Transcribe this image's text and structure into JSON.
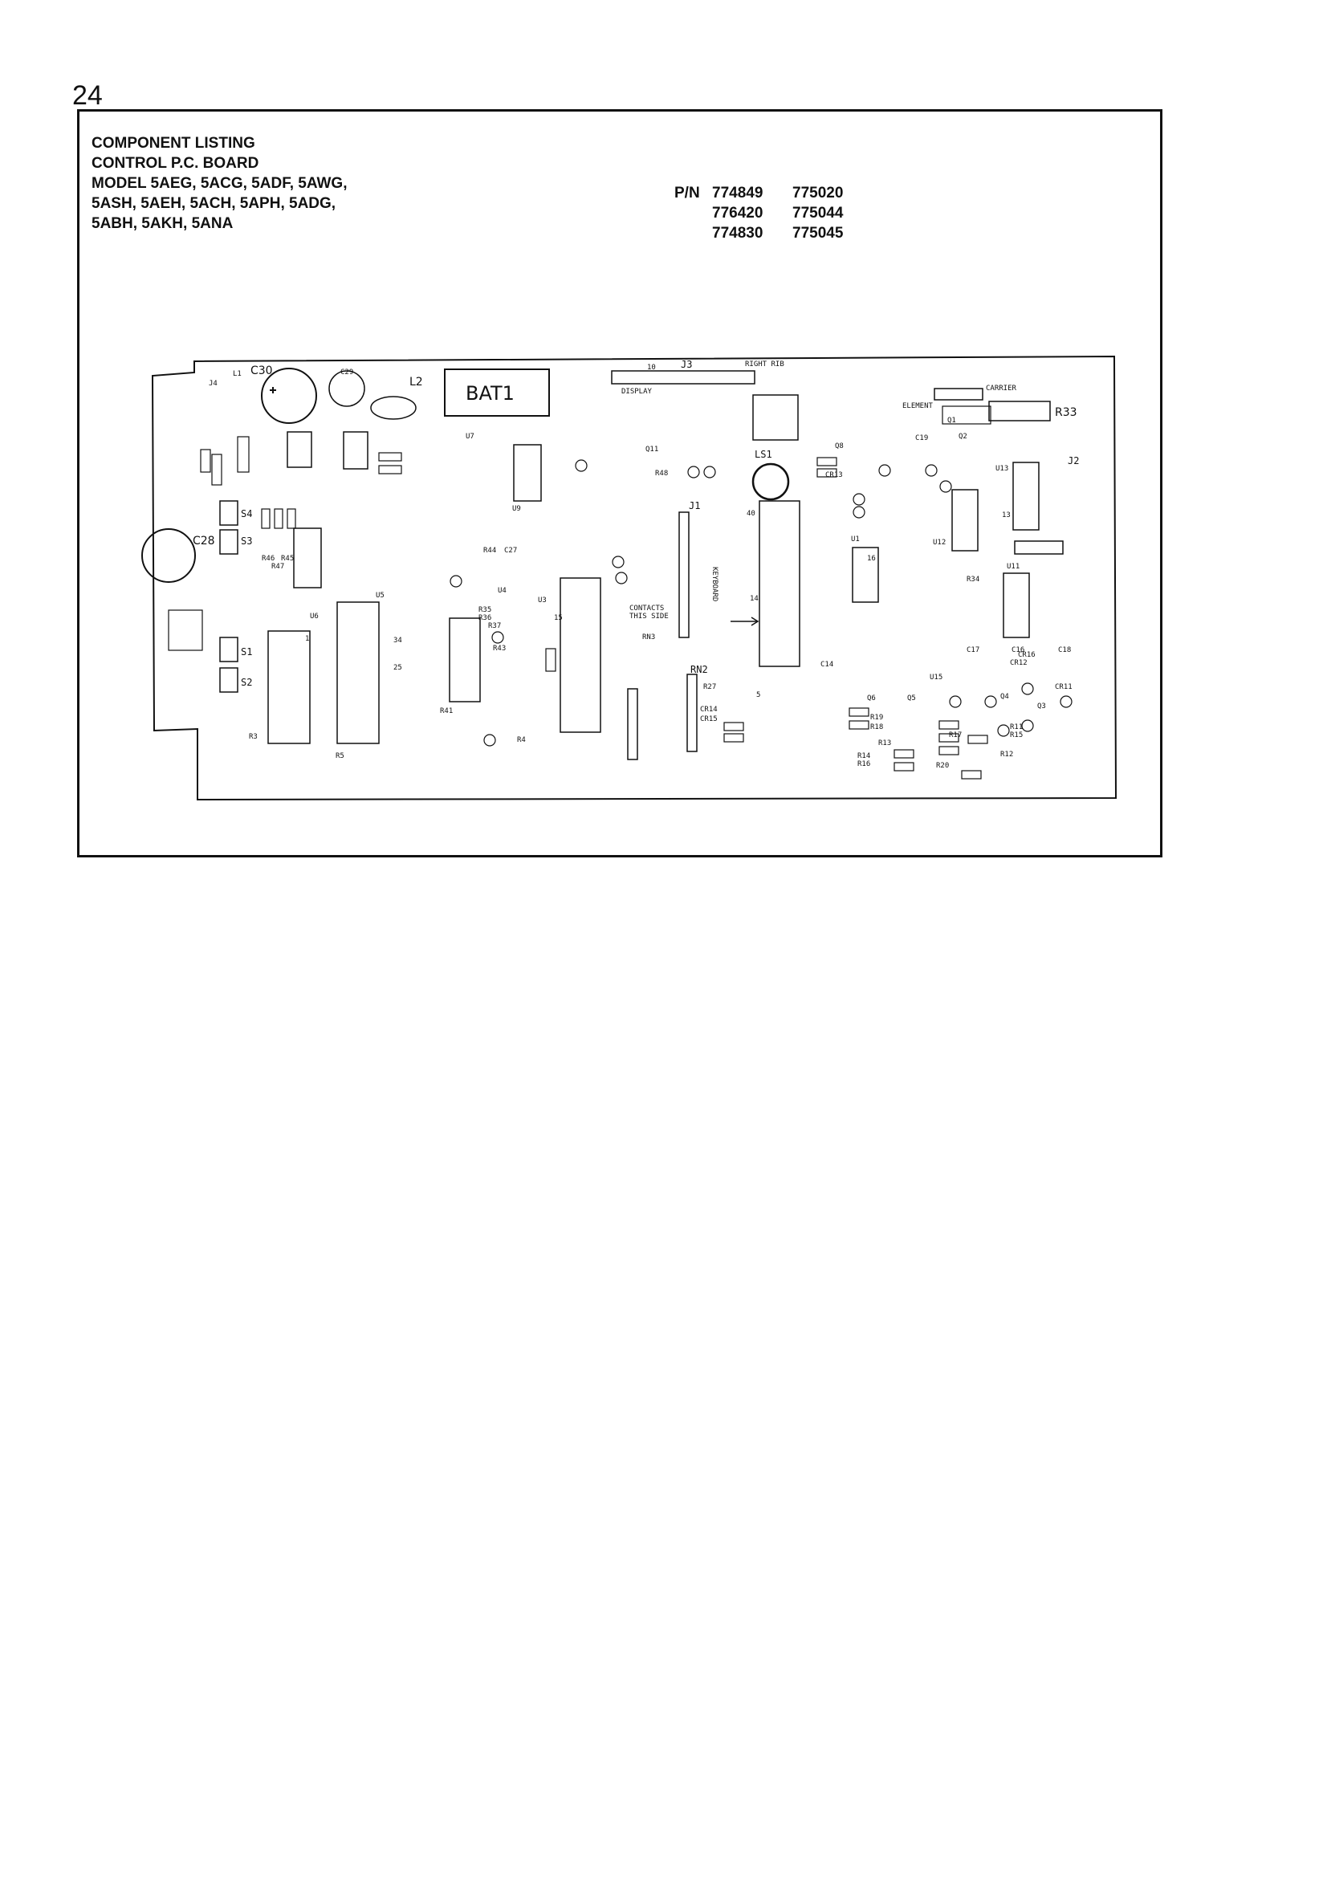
{
  "page_number": "24",
  "header_fragment": "— — . — · ·",
  "listing": {
    "lines": [
      "COMPONENT LISTING",
      "CONTROL P.C. BOARD",
      "MODEL 5AEG, 5ACG, 5ADF, 5AWG,",
      "5ASH, 5AEH, 5ACH, 5APH, 5ADG,",
      "5ABH, 5AKH, 5ANA"
    ]
  },
  "part_numbers": {
    "prefix": "P/N",
    "rows": [
      [
        "774849",
        "775020"
      ],
      [
        "776420",
        "775044"
      ],
      [
        "774830",
        "775045"
      ]
    ]
  },
  "board": {
    "labels": {
      "bat": "BAT1",
      "c30": "C30",
      "c28": "C28",
      "l2": "L2",
      "r33": "R33",
      "j1": "J1",
      "j2": "J2",
      "j3": "J3",
      "ls1": "LS1",
      "rn2": "RN2",
      "rn3": "RN3",
      "display": "DISPLAY",
      "keyboard": "KEYBOARD",
      "carrier": "CARRIER",
      "element": "ELEMENT",
      "contacts": "CONTACTS",
      "this_side": "THIS SIDE",
      "right_rib": "RIGHT RIB",
      "s1": "S1",
      "s2": "S2",
      "s3": "S3",
      "s4": "S4",
      "u6": "U6",
      "u5": "U5",
      "u1": "U1",
      "u11": "U11",
      "u12": "U12",
      "u13": "U13",
      "u15": "U15",
      "u3": "U3",
      "u4": "U4",
      "u7": "U7",
      "u9": "U9",
      "r3": "R3",
      "r4": "R4",
      "r5": "R5",
      "r11": "R11",
      "r12": "R12",
      "r13": "R13",
      "r14": "R14",
      "r15": "R15",
      "r16": "R16",
      "r17": "R17",
      "r18": "R18",
      "r19": "R19",
      "r20": "R20",
      "r27": "R27",
      "r34": "R34",
      "r35": "R35",
      "r36": "R36",
      "r37": "R37",
      "r41": "R41",
      "r43": "R43",
      "r44": "R44",
      "r45": "R45",
      "r46": "R46",
      "r47": "R47",
      "r48": "R48",
      "c14": "C14",
      "c16": "C16",
      "c17": "C17",
      "c18": "C18",
      "c19": "C19",
      "c27": "C27",
      "c29": "C29",
      "cr11": "CR11",
      "cr12": "CR12",
      "cr13": "CR13",
      "cr14": "CR14",
      "cr15": "CR15",
      "cr16": "CR16",
      "q1": "Q1",
      "q2": "Q2",
      "q3": "Q3",
      "q4": "Q4",
      "q5": "Q5",
      "q6": "Q6",
      "q8": "Q8",
      "q11": "Q11",
      "j4": "J4",
      "l1": "L1",
      "pin1": "1",
      "pin5": "5",
      "pin10": "10",
      "pin15": "15",
      "pin25": "25",
      "pin34": "34",
      "pin40": "40",
      "pin16": "16",
      "pin13": "13",
      "pin14": "14"
    }
  }
}
